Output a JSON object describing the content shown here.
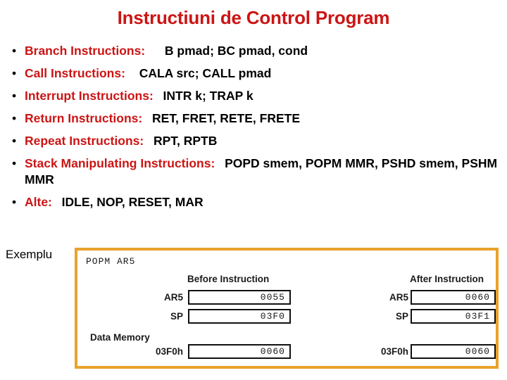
{
  "slide": {
    "title": "Instructiuni de Control Program",
    "title_color": "#CC1414",
    "accent_box_color": "#E8A32C",
    "background": "#ffffff"
  },
  "bullets": [
    {
      "bullet": "•",
      "label": "Branch Instructions:",
      "value": "B pmad; BC pmad, cond",
      "gap": "wide"
    },
    {
      "bullet": "•",
      "label": "Call Instructions:",
      "value": "CALA src; CALL pmad",
      "gap": "mid"
    },
    {
      "bullet": "•",
      "label": "Interrupt Instructions:",
      "value": "INTR k; TRAP k",
      "gap": "thin"
    },
    {
      "bullet": "•",
      "label": "Return Instructions:",
      "value": "RET, FRET, RETE, FRETE",
      "gap": "thin"
    },
    {
      "bullet": "•",
      "label": "Repeat Instructions:",
      "value": "RPT, RPTB",
      "gap": "thin"
    },
    {
      "bullet": "•",
      "label": "Stack Manipulating Instructions:",
      "value": "POPD smem, POPM MMR, PSHD smem, PSHM MMR",
      "gap": "thin"
    },
    {
      "bullet": "•",
      "label": "Alte:",
      "value": "IDLE, NOP, RESET, MAR",
      "gap": "thin"
    }
  ],
  "example": {
    "label": "Exemplu",
    "opcode": "POPM  AR5",
    "header_before": "Before Instruction",
    "header_after": "After Instruction",
    "data_memory_title": "Data Memory",
    "rows": [
      {
        "name": "AR5",
        "before": "0055",
        "after": "0060"
      },
      {
        "name": "SP",
        "before": "03F0",
        "after": "03F1"
      }
    ],
    "memory_row": {
      "name": "03F0h",
      "before": "0060",
      "after": "0060"
    }
  }
}
